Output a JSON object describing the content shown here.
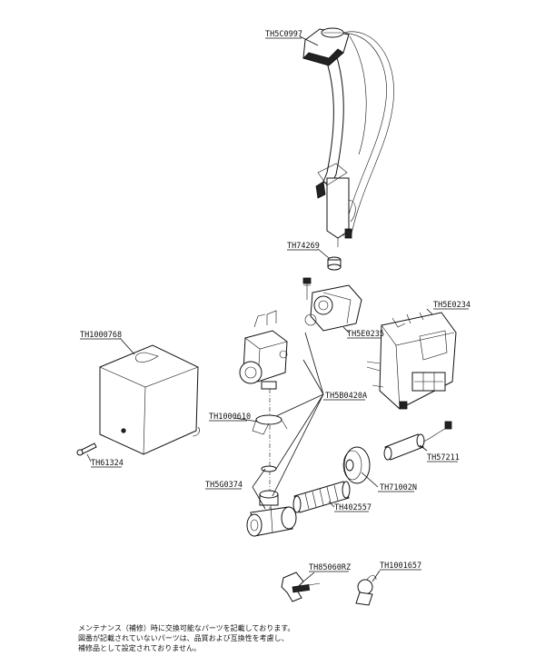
{
  "labels": {
    "th5c0997": "TH5C0997",
    "th74269": "TH74269",
    "th5e0235": "TH5E0235",
    "th5e0234": "TH5E0234",
    "th1000768": "TH1000768",
    "th5b0420a": "TH5B0420A",
    "th1000610": "TH1000610",
    "th61324": "TH61324",
    "th57211": "TH57211",
    "th5g0374": "TH5G0374",
    "th71002n": "TH71002N",
    "th402557": "TH402557",
    "th85060rz": "TH85060RZ",
    "th1001657": "TH1001657"
  },
  "notes": [
    "メンテナンス（補修）時に交換可能なパーツを記載しております。",
    "図番が記載されていないパーツは、品質および互換性を考慮し、",
    "補修品として設定されておりません。"
  ]
}
